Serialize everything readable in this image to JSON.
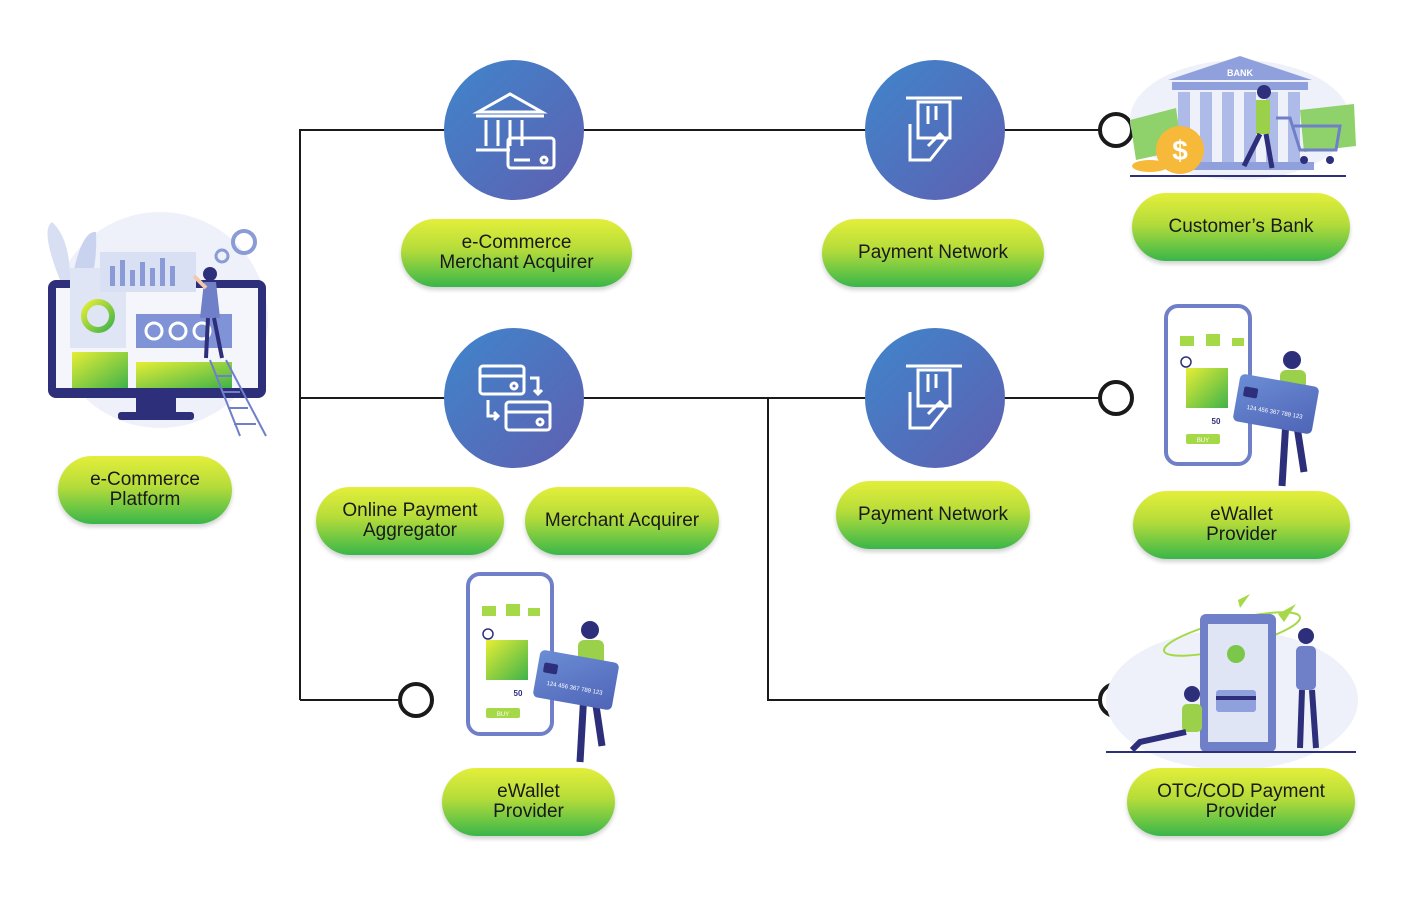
{
  "nodes": {
    "ecommerce_platform": "e-Commerce\nPlatform",
    "ecommerce_merchant_acquirer": "e-Commerce\nMerchant Acquirer",
    "payment_network_top": "Payment Network",
    "customers_bank": "Customer’s Bank",
    "online_payment_aggregator": "Online Payment\nAggregator",
    "merchant_acquirer": "Merchant Acquirer",
    "payment_network_mid": "Payment Network",
    "ewallet_provider_right": "eWallet\nProvider",
    "ewallet_provider_bottom": "eWallet\nProvider",
    "otc_cod_provider": "OTC/COD Payment\nProvider"
  },
  "illustration_text": {
    "bank_sign": "BANK",
    "buy_button": "BUY",
    "price": "50",
    "card_number": "124 456 367 789 123"
  },
  "icons": {
    "bank": "bank-building-icon",
    "card_exchange": "card-exchange-icon",
    "payment_terminal": "hand-card-terminal-icon"
  },
  "colors": {
    "circle_left": "#3f7dc6",
    "circle_right": "#5b6fb8",
    "pill_top": "#e4ee3a",
    "pill_bottom": "#39b64a",
    "connector": "#1a1a1a"
  }
}
